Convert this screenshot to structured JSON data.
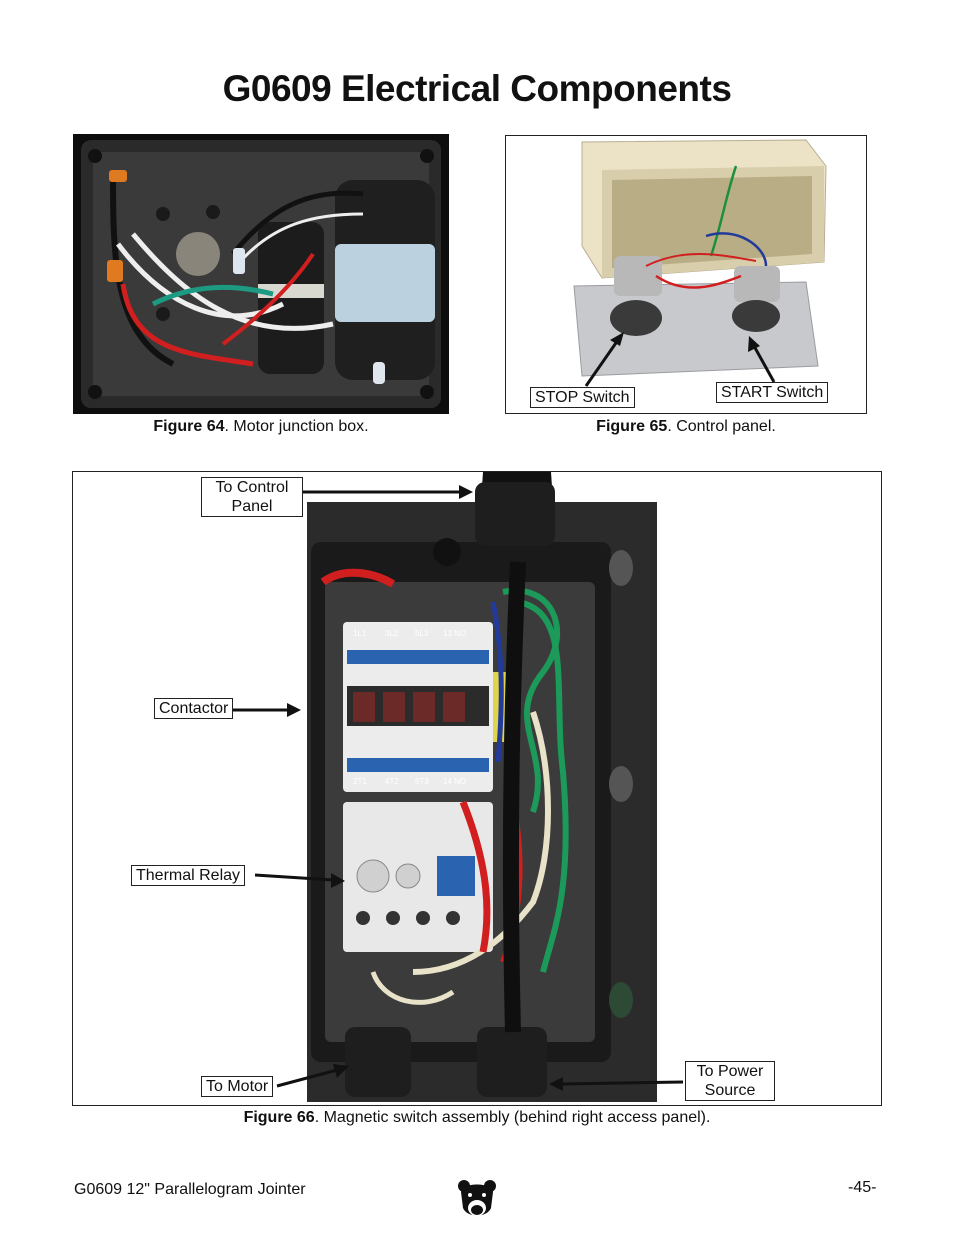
{
  "page": {
    "title": "G0609 Electrical Components",
    "footer_left": "G0609 12\" Parallelogram Jointer",
    "page_number": "-45-",
    "logo_icon": "bear-head-logo-icon"
  },
  "figures": [
    {
      "number": "Figure 64",
      "caption": ". Motor junction box.",
      "photo_icon": "motor-junction-box-photo"
    },
    {
      "number": "Figure 65",
      "caption": ". Control panel.",
      "photo_icon": "control-panel-photo",
      "labels": {
        "stop": "STOP Switch",
        "start": "START Switch"
      }
    },
    {
      "number": "Figure 66",
      "caption": ". Magnetic switch assembly (behind right access panel).",
      "photo_icon": "magnetic-switch-photo",
      "labels": {
        "control_panel": "To Control Panel",
        "contactor": "Contactor",
        "thermal_relay": "Thermal Relay",
        "motor": "To Motor",
        "power_source": "To Power Source"
      },
      "contactor_terminals_top": [
        "1L1",
        "3L2",
        "5L3",
        "13 NO"
      ],
      "contactor_terminals_bottom": [
        "2T1",
        "4T2",
        "6T3",
        "14 NO"
      ]
    }
  ]
}
